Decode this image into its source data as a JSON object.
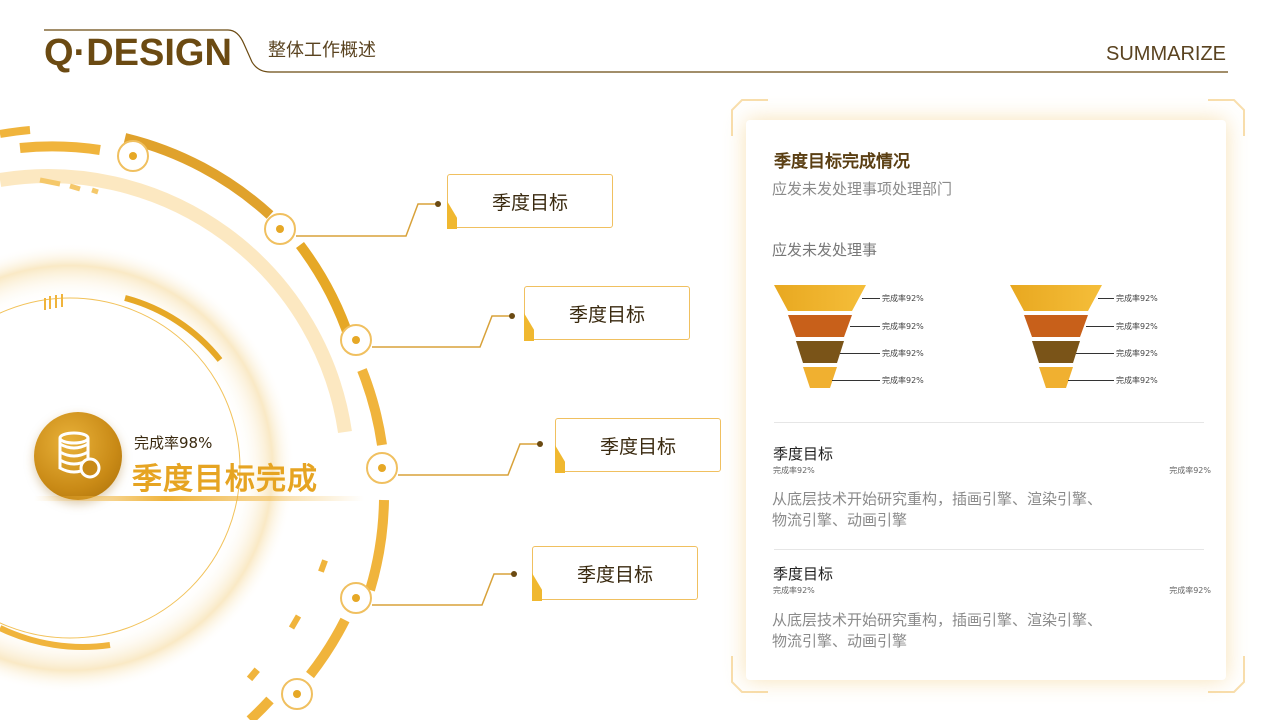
{
  "header": {
    "logo": "Q·DESIGN",
    "title": "整体工作概述",
    "right": "SUMMARIZE"
  },
  "colors": {
    "brand_dark": "#6b4a12",
    "gold": "#f0b43c",
    "orange": "#c8601a",
    "brown": "#7a5a1a"
  },
  "center": {
    "rate": "完成率98%",
    "title": "季度目标完成",
    "icon": "coins-icon"
  },
  "labels": [
    "季度目标",
    "季度目标",
    "季度目标",
    "季度目标"
  ],
  "card": {
    "title": "季度目标完成情况",
    "subtitle": "应发未发处理事项处理部门",
    "section_label": "应发未发处理事",
    "funnels": [
      {
        "tiers": [
          "完成率92%",
          "完成率92%",
          "完成率92%",
          "完成率92%"
        ]
      },
      {
        "tiers": [
          "完成率92%",
          "完成率92%",
          "完成率92%",
          "完成率92%"
        ]
      }
    ],
    "items": [
      {
        "title": "季度目标",
        "left_rate": "完成率92%",
        "right_rate": "完成率92%",
        "desc": "从底层技术开始研究重构，插画引擎、渲染引擎、物流引擎、动画引擎"
      },
      {
        "title": "季度目标",
        "left_rate": "完成率92%",
        "right_rate": "完成率92%",
        "desc": "从底层技术开始研究重构，插画引擎、渲染引擎、物流引擎、动画引擎"
      }
    ]
  }
}
